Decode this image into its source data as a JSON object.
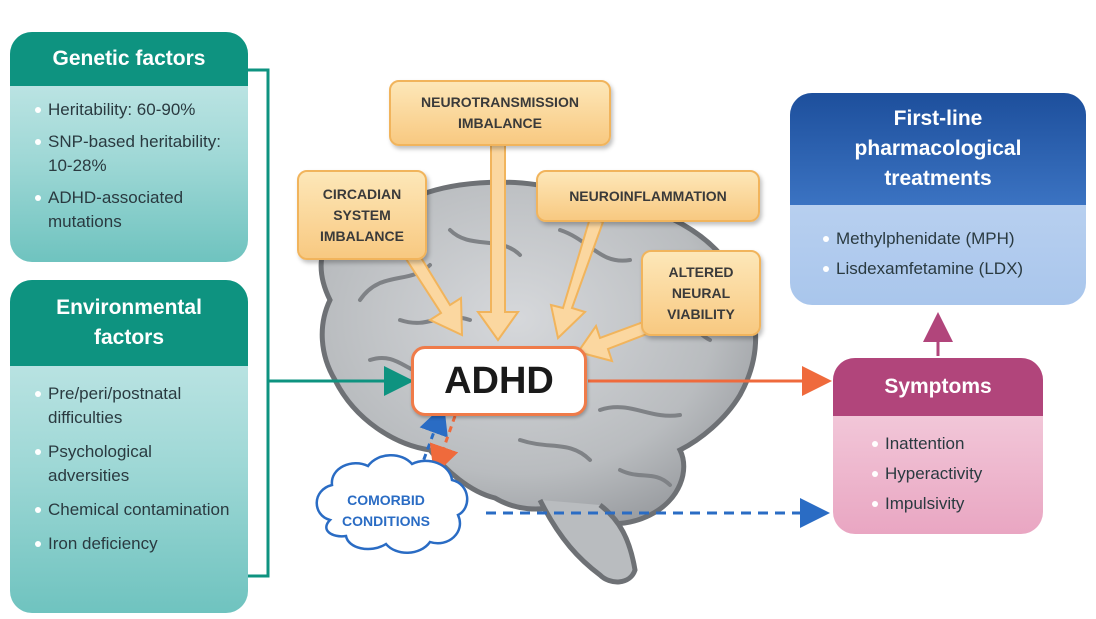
{
  "genetic": {
    "title": "Genetic factors",
    "items": [
      "Heritability: 60-90%",
      "SNP-based heritability: 10-28%",
      "ADHD-associated mutations"
    ]
  },
  "environmental": {
    "title": "Environmental factors",
    "items": [
      "Pre/peri/postnatal difficulties",
      "Psychological adversities",
      "Chemical contamination",
      "Iron deficiency"
    ]
  },
  "mechanisms": {
    "neurotransmission": "NEUROTRANSMISSION\nIMBALANCE",
    "circadian": "CIRCADIAN\nSYSTEM\nIMBALANCE",
    "neuroinflammation": "NEUROINFLAMMATION",
    "viability": "ALTERED\nNEURAL\nVIABILITY"
  },
  "center": {
    "label": "ADHD"
  },
  "comorbid": {
    "label": "COMORBID\nCONDITIONS"
  },
  "treatments": {
    "title": "First-line pharmacological treatments",
    "items": [
      "Methylphenidate (MPH)",
      "Lisdexamfetamine (LDX)"
    ]
  },
  "symptoms": {
    "title": "Symptoms",
    "items": [
      "Inattention",
      "Hyperactivity",
      "Impulsivity"
    ]
  },
  "colors": {
    "teal": "#0e9380",
    "navy": "#1d4f9c",
    "magenta": "#b1457b",
    "orange_arrow": "#ef6a3c",
    "mechanism_fill": "#f8c981",
    "comorbid_text": "#2a6cc4"
  }
}
